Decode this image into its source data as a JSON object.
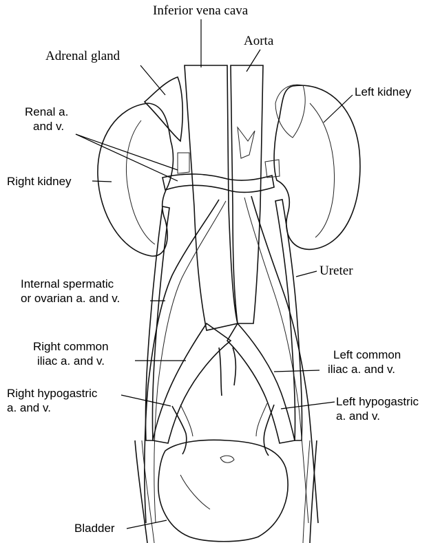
{
  "labels": {
    "inferior_vena_cava": "Inferior vena cava",
    "aorta": "Aorta",
    "adrenal_gland": "Adrenal gland",
    "left_kidney": "Left kidney",
    "renal_av_line1": "Renal a.",
    "renal_av_line2": "and v.",
    "right_kidney": "Right kidney",
    "ureter": "Ureter",
    "spermatic_line1": "Internal spermatic",
    "spermatic_line2": "or ovarian a. and v.",
    "right_common_line1": "Right common",
    "right_common_line2": "iliac a. and v.",
    "left_common_line1": "Left common",
    "left_common_line2": "iliac a. and v.",
    "right_hypo_line1": "Right hypogastric",
    "right_hypo_line2": "a. and v.",
    "left_hypo_line1": "Left hypogastric",
    "left_hypo_line2": "a. and v.",
    "bladder": "Bladder"
  },
  "colors": {
    "ink": "#111111",
    "shade": "#8a8a8a",
    "background": "#ffffff"
  }
}
